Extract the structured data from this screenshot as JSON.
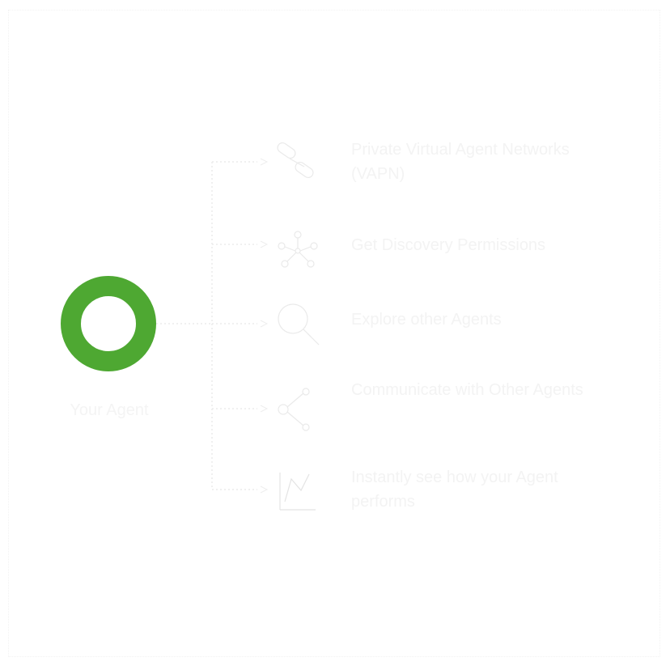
{
  "diagram": {
    "root": {
      "label": "Your Agent",
      "color": "#4ea832"
    },
    "items": [
      {
        "label": "Private Virtual Agent Networks (VAPN)",
        "icon": "network-link-icon"
      },
      {
        "label": "Get Discovery Permissions",
        "icon": "hub-nodes-icon"
      },
      {
        "label": "Explore other Agents",
        "icon": "magnifier-icon"
      },
      {
        "label": "Communicate with Other Agents",
        "icon": "share-icon"
      },
      {
        "label": "Instantly see how your Agent performs",
        "icon": "line-chart-icon"
      }
    ]
  }
}
